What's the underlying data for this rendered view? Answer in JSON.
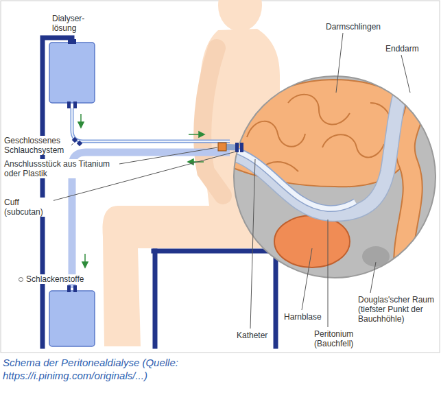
{
  "diagram": {
    "caption": "Schema der Peritonealdialyse (Quelle: https://i.pinimg.com/originals/...)",
    "labels": [
      "Dialyser- lösung",
      "Geschlossenes Schlauchsystem",
      "Anschlussstück aus Titanium oder Plastik",
      "Cuff (subcutan)",
      "Darmschlingen",
      "Enddarm",
      "Douglas'scher Raum (tiefster Punkt der Bauchhöhle)",
      "Harnblase",
      "Katheter",
      "Peritonium (Bauchfell)"
    ],
    "legend": [
      {
        "text": "Schlackenstoffe"
      }
    ]
  }
}
